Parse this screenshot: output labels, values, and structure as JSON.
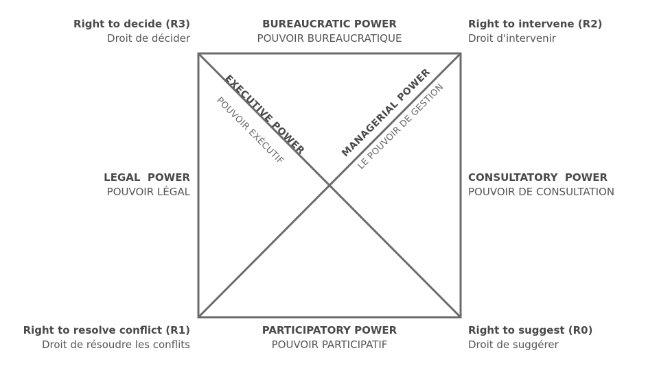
{
  "corners": {
    "top_left": {
      "title": "Right to decide (R3)",
      "subtitle": "Droit de décider"
    },
    "top_right": {
      "title": "Right to intervene (R2)",
      "subtitle": "Droit d'intervenir"
    },
    "bottom_left": {
      "title": "Right to resolve conflict (R1)",
      "subtitle": "Droit de résoudre les conflits"
    },
    "bottom_right": {
      "title": "Right to suggest (R0)",
      "subtitle": "Droit de suggérer"
    }
  },
  "sides": {
    "top": {
      "title": "BUREAUCRATIC POWER",
      "subtitle": "POUVOIR BUREAUCRATIQUE"
    },
    "bottom": {
      "title": "PARTICIPATORY POWER",
      "subtitle": "POUVOIR PARTICIPATIF"
    },
    "left": {
      "title": "LEGAL  POWER",
      "subtitle": "POUVOIR LÉGAL"
    },
    "right": {
      "title": "CONSULTATORY  POWER",
      "subtitle": "POUVOIR DE CONSULTATION"
    }
  },
  "diagonals": {
    "executive": {
      "title": "EXECUTIVE POWER",
      "subtitle": "POUVOIR EXÉCUTIF"
    },
    "managerial": {
      "title": "MANAGERIAL POWER",
      "subtitle": "LE POUVOIR DE GESTION"
    }
  },
  "colors": {
    "line": "#6b6b6b",
    "text_dark": "#4a4a4a",
    "text": "#555555"
  }
}
